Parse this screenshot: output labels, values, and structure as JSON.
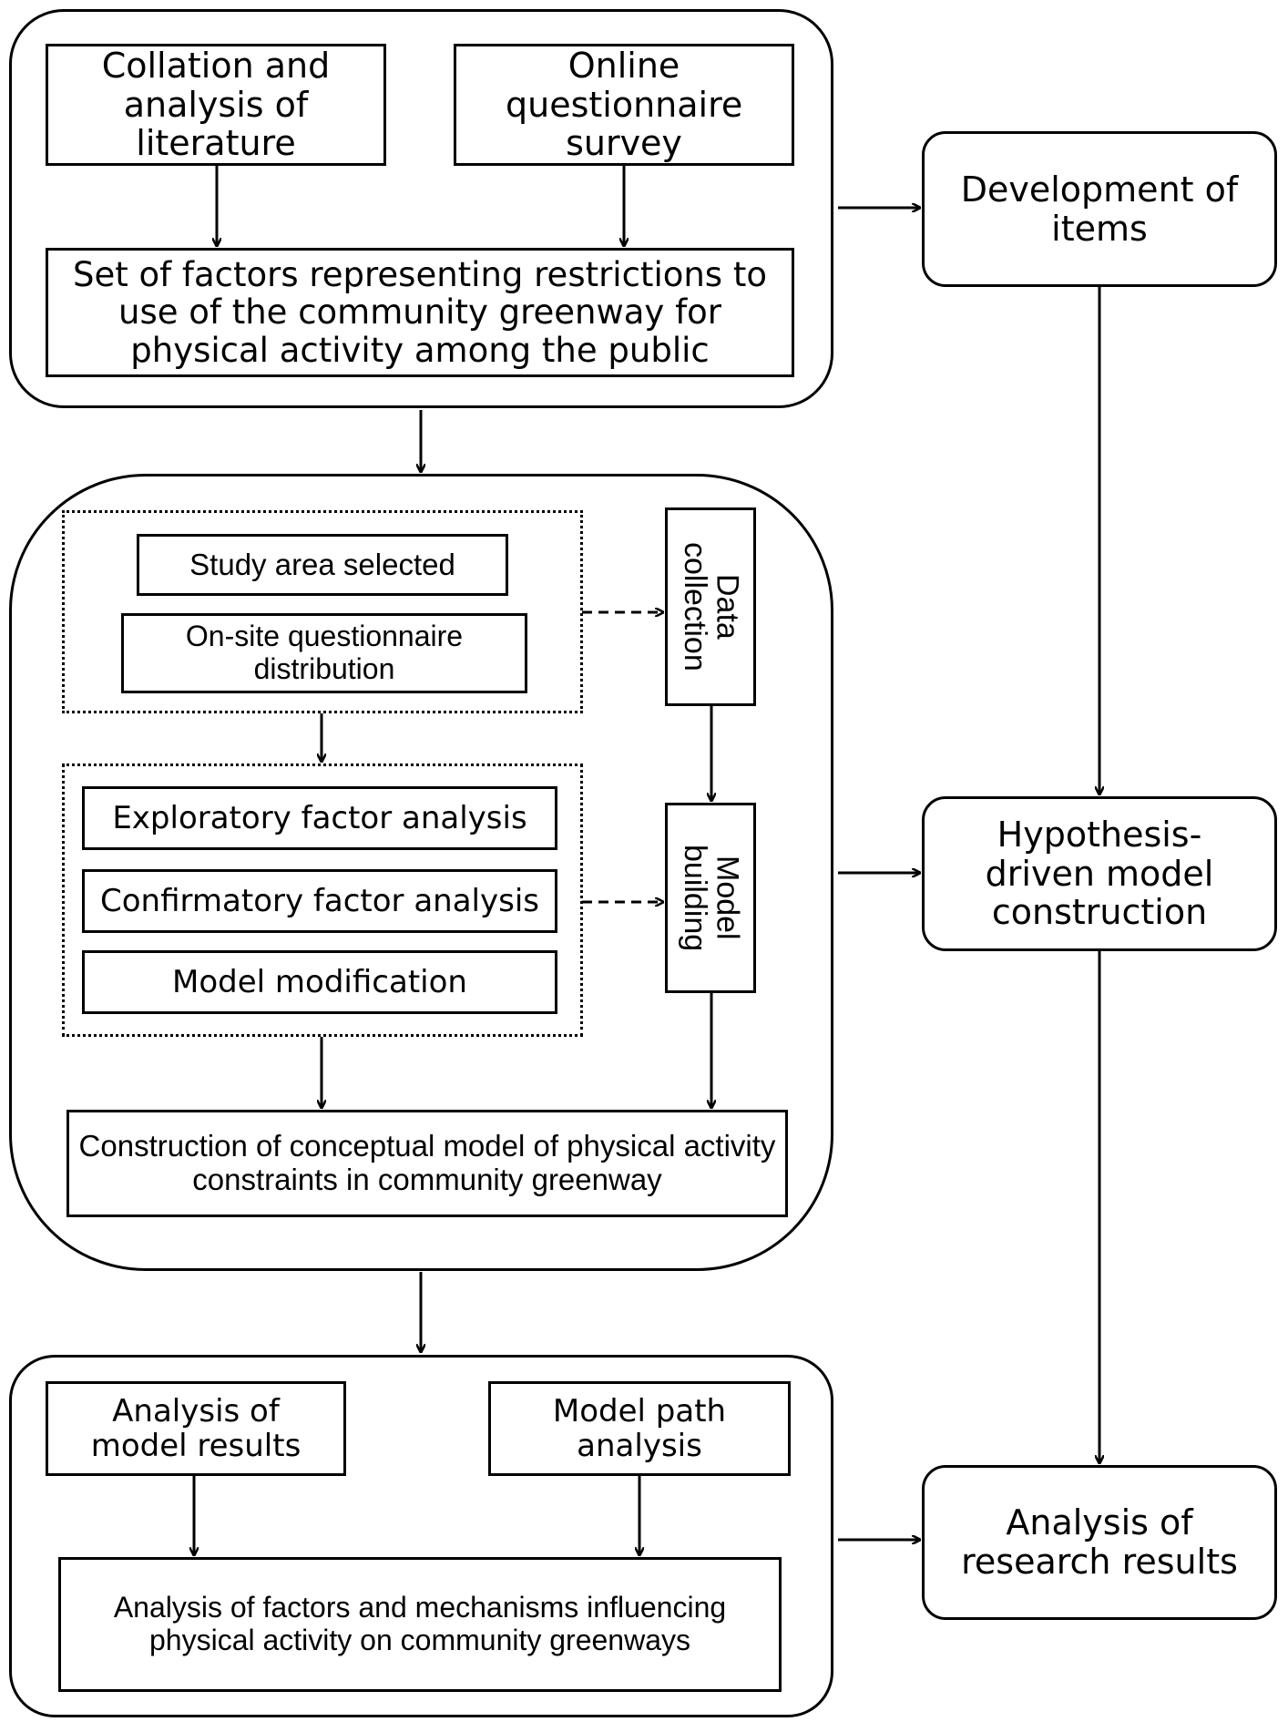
{
  "stage1": {
    "literature": "Collation and analysis of literature",
    "online_survey": "Online questionnaire survey",
    "factor_set": "Set of factors representing restrictions to use of the community greenway for physical activity among the public"
  },
  "stage2": {
    "study_area": "Study area selected",
    "onsite_distribution": "On-site questionnaire distribution",
    "data_collection": "Data collection",
    "efa": "Exploratory factor analysis",
    "cfa": "Confirmatory factor analysis",
    "model_modification": "Model modification",
    "model_building": "Model building",
    "conceptual_model": "Construction of conceptual model of physical activity constraints in community greenway"
  },
  "stage3": {
    "model_results": "Analysis of model results",
    "path_analysis": "Model path analysis",
    "mechanisms": "Analysis of factors and mechanisms influencing physical activity on community greenways"
  },
  "right_column": {
    "development_items": "Development of items",
    "hypothesis_model": "Hypothesis-driven model construction",
    "research_results": "Analysis of research results"
  }
}
